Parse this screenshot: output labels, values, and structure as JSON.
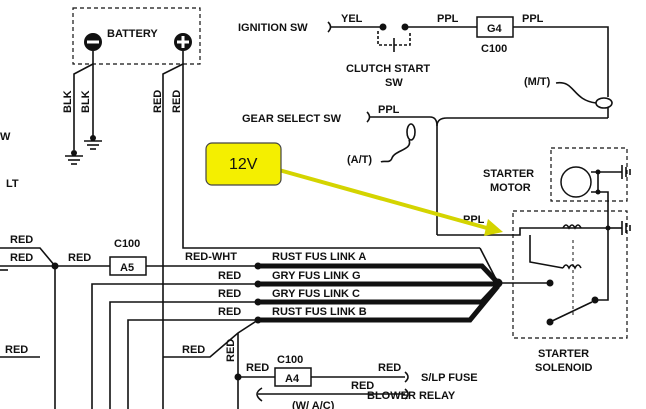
{
  "components": {
    "battery": "BATTERY",
    "ignition_sw": "IGNITION SW",
    "clutch_start_sw_line1": "CLUTCH START",
    "clutch_start_sw_line2": "SW",
    "gear_select_sw": "GEAR SELECT SW",
    "starter_motor_line1": "STARTER",
    "starter_motor_line2": "MOTOR",
    "starter_solenoid_line1": "STARTER",
    "starter_solenoid_line2": "SOLENOID",
    "s_lp_fuse": "S/LP FUSE",
    "blower_relay": "BLOWER RELAY"
  },
  "connectors": {
    "g4": "G4",
    "c100_top": "C100",
    "a5": "A5",
    "c100_mid": "C100",
    "a4": "A4",
    "c100_bottom": "C100"
  },
  "wire_colors": {
    "yel": "YEL",
    "ppl_1": "PPL",
    "ppl_2": "PPL",
    "ppl_gear": "PPL",
    "ppl_solenoid": "PPL",
    "blk_1": "BLK",
    "blk_2": "BLK",
    "red_batt_1": "RED",
    "red_batt_2": "RED",
    "red_left_1": "RED",
    "red_left_2": "RED",
    "red_left_3": "RED",
    "red_mid": "RED",
    "red_wht": "RED-WHT",
    "red_g": "RED",
    "red_c": "RED",
    "red_b": "RED",
    "red_bottom_left": "RED",
    "red_bottom_mid": "RED",
    "red_vertical": "RED",
    "red_a4_left": "RED",
    "red_a4_right": "RED",
    "red_blower": "RED"
  },
  "fusible_links": {
    "a": "RUST FUS LINK A",
    "g": "GRY FUS LINK G",
    "c": "GRY FUS LINK C",
    "b": "RUST FUS LINK B"
  },
  "notes": {
    "mt": "(M/T)",
    "at": "(A/T)",
    "w_ac": "(W/ A/C)",
    "edge_w": "W",
    "edge_lt": "LT"
  },
  "callout": {
    "text": "12V",
    "fill": "#f4ef00",
    "arrow_color": "#d4d400"
  }
}
